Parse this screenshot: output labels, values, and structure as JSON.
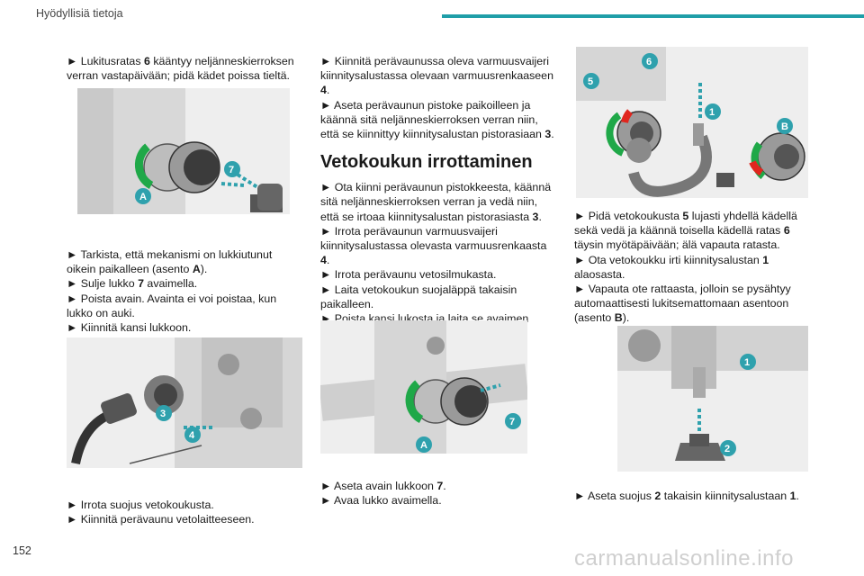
{
  "header": {
    "title": "Hyödyllisiä tietoja"
  },
  "page_number": "152",
  "watermark": "carmanualsonline.info",
  "col1": {
    "p1": [
      "► Lukitusratas ",
      "6",
      " kääntyy neljänneskierroksen verran vastapäivään; pidä kädet poissa tieltä."
    ],
    "fig1": {
      "callouts": [
        "7",
        "A"
      ]
    },
    "p2": [
      "► Tarkista, että mekanismi on lukkiutunut oikein paikalleen (asento ",
      "A",
      ")."
    ],
    "p3": [
      "► Sulje lukko ",
      "7",
      " avaimella."
    ],
    "p4": "► Poista avain. Avainta ei voi poistaa, kun lukko on auki.",
    "p5": "► Kiinnitä kansi lukkoon.",
    "fig2": {
      "callouts": [
        "3",
        "4"
      ]
    },
    "p6": "► Irrota suojus vetokoukusta.",
    "p7": "► Kiinnitä perävaunu vetolaitteeseen."
  },
  "col2": {
    "p1": [
      "► Kiinnitä perävaunussa oleva varmuusvaijeri kiinnitysalustassa olevaan varmuusrenkaaseen ",
      "4",
      "."
    ],
    "p2": [
      "► Aseta perävaunun pistoke paikoilleen ja käännä sitä neljänneskierroksen verran niin, että se kiinnittyy kiinnitysalustan pistorasiaan ",
      "3",
      "."
    ],
    "section_title": "Vetokoukun irrottaminen",
    "p3": [
      "► Ota kiinni perävaunun pistokkeesta, käännä sitä neljänneskierroksen verran ja vedä niin, että se irtoaa kiinnitysalustan pistorasiasta ",
      "3",
      "."
    ],
    "p4": [
      "► Irrota perävaunun varmuusvaijeri kiinnitysalustassa olevasta varmuusrenkaasta ",
      "4",
      "."
    ],
    "p5": "► Irrota perävaunu vetosilmukasta.",
    "p6": "► Laita vetokoukun suojaläppä takaisin paikalleen.",
    "p7": "► Poista kansi lukosta ja laita se avaimen päähän.",
    "fig3": {
      "callouts": [
        "7",
        "A"
      ]
    },
    "p8": [
      "► Aseta avain lukkoon ",
      "7",
      "."
    ],
    "p9": "► Avaa lukko avaimella."
  },
  "col3": {
    "fig4": {
      "callouts": [
        "6",
        "5",
        "1",
        "B"
      ]
    },
    "p1": [
      "► Pidä vetokoukusta ",
      "5",
      " lujasti yhdellä kädellä sekä vedä ja käännä toisella kädellä ratas ",
      "6",
      " täysin myötäpäivään; älä vapauta ratasta."
    ],
    "p2": [
      "► Ota vetokoukku irti kiinnitysalustan ",
      "1",
      " alaosasta."
    ],
    "p3": [
      "► Vapauta ote rattaasta, jolloin se pysähtyy automaattisesti lukitsemattomaan asentoon (asento ",
      "B",
      ")."
    ],
    "fig5": {
      "callouts": [
        "1",
        "2"
      ]
    },
    "p4": [
      "► Aseta suojus ",
      "2",
      " takaisin kiinnitysalustaan ",
      "1",
      "."
    ]
  },
  "colors": {
    "accent": "#1f9ea8",
    "callout": "#2fa1ad",
    "green": "#1fa848",
    "red": "#e0261e"
  }
}
